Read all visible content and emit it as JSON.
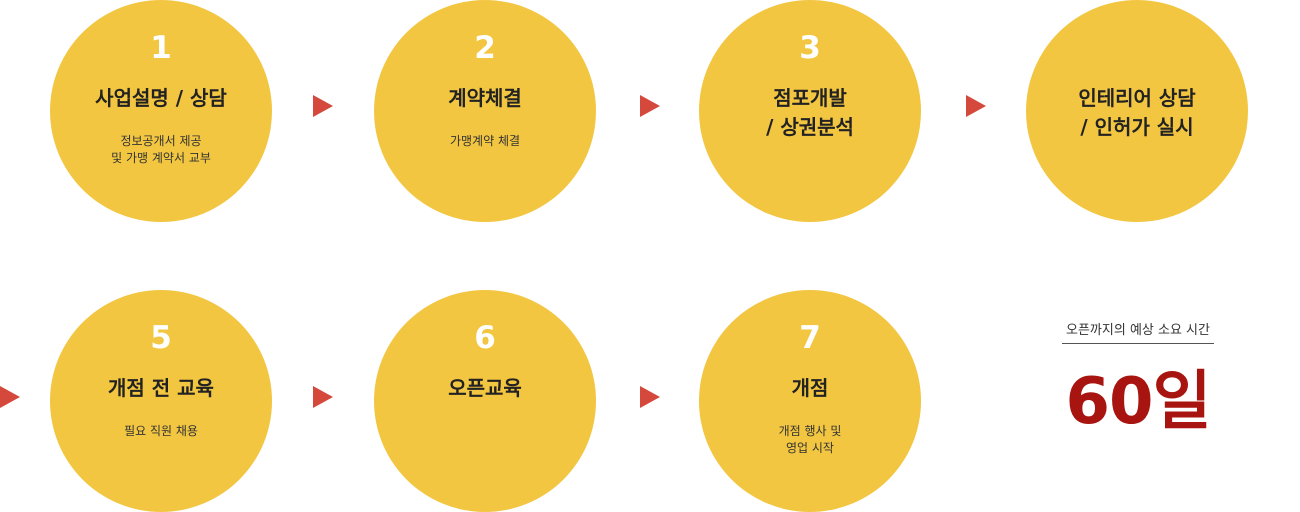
{
  "steps": [
    {
      "number": "1",
      "title": "사업설명 / 상담",
      "description": "정보공개서 제공\n및 가맹 계약서 교부"
    },
    {
      "number": "2",
      "title": "계약체결",
      "description": "가맹계약 체결"
    },
    {
      "number": "3",
      "title": "점포개발\n/ 상권분석",
      "description": ""
    },
    {
      "number": "",
      "title": "인테리어 상담\n/ 인허가 실시",
      "description": ""
    },
    {
      "number": "5",
      "title": "개점 전 교육",
      "description": "필요 직원 채용"
    },
    {
      "number": "6",
      "title": "오픈교육",
      "description": ""
    },
    {
      "number": "7",
      "title": "개점",
      "description": "개점 행사 및\n영업 시작"
    }
  ],
  "summary": {
    "label": "오픈까지의 예상 소요 시간",
    "value": "60일"
  },
  "colors": {
    "circle": "#f2c641",
    "arrow": "#d5483c",
    "accent_text": "#a8140f"
  },
  "icons": {
    "arrow": "right-triangle-arrow"
  }
}
